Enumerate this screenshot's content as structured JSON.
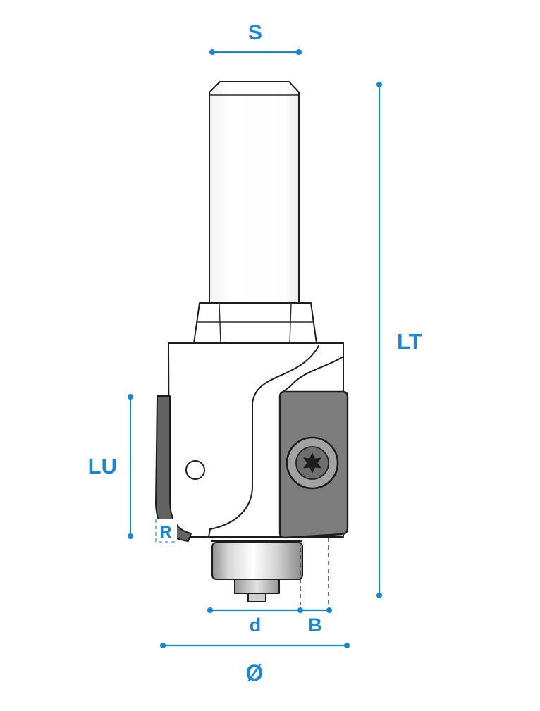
{
  "diagram": {
    "name": "router-bit-dimension-diagram",
    "labels": {
      "shank_diameter": "S",
      "total_length": "LT",
      "cutting_length": "LU",
      "radius": "R",
      "bearing_diameter": "d",
      "insert_width": "B",
      "overall_diameter": "Ø"
    },
    "colors": {
      "dimension_blue": "#1786d3",
      "outline_black": "#1d1d1d",
      "insert_gray": "#7d7d7d",
      "background": "#ffffff"
    }
  }
}
